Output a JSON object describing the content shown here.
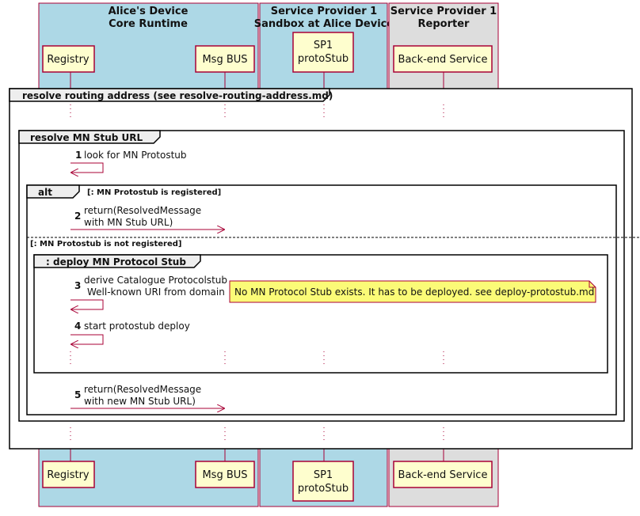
{
  "boxes": {
    "alice_title_1": "Alice's Device",
    "alice_title_2": "Core Runtime",
    "sp1_sandbox_title_1": "Service Provider 1",
    "sp1_sandbox_title_2": "Sandbox at Alice Device",
    "sp1_reporter_title_1": "Service Provider 1",
    "sp1_reporter_title_2": "Reporter",
    "colors": {
      "blue_box": "#add8e6",
      "grey_box": "#dddddd",
      "participant_fill": "#fefece",
      "participant_border": "#a80036"
    }
  },
  "participants": {
    "registry": "Registry",
    "msgbus": "Msg BUS",
    "protostub_1": "SP1",
    "protostub_2": "protoStub",
    "backend": "Back-end Service"
  },
  "frames": {
    "resolve_routing": "resolve routing address (see resolve-routing-address.md)",
    "resolve_stub_url": "resolve MN Stub URL",
    "alt": "alt",
    "alt_guard_1": "[: MN Protostub is registered]",
    "alt_guard_2": "[: MN Protostub is not registered]",
    "deploy": ": deploy MN Protocol Stub"
  },
  "messages": {
    "m1_num": "1",
    "m1_text": "look for MN Protostub",
    "m2_num": "2",
    "m2_line1": "return(ResolvedMessage",
    "m2_line2": "with MN Stub URL)",
    "m3_num": "3",
    "m3_line1": "derive Catalogue Protocolstub",
    "m3_line2": "Well-known URI from domain",
    "m4_num": "4",
    "m4_text": "start protostub deploy",
    "m5_num": "5",
    "m5_line1": "return(ResolvedMessage",
    "m5_line2": "with new MN Stub URL)"
  },
  "note": {
    "text": "No MN Protocol Stub exists. It has to be deployed. see deploy-protostub.md",
    "fill": "#fbfb77"
  }
}
